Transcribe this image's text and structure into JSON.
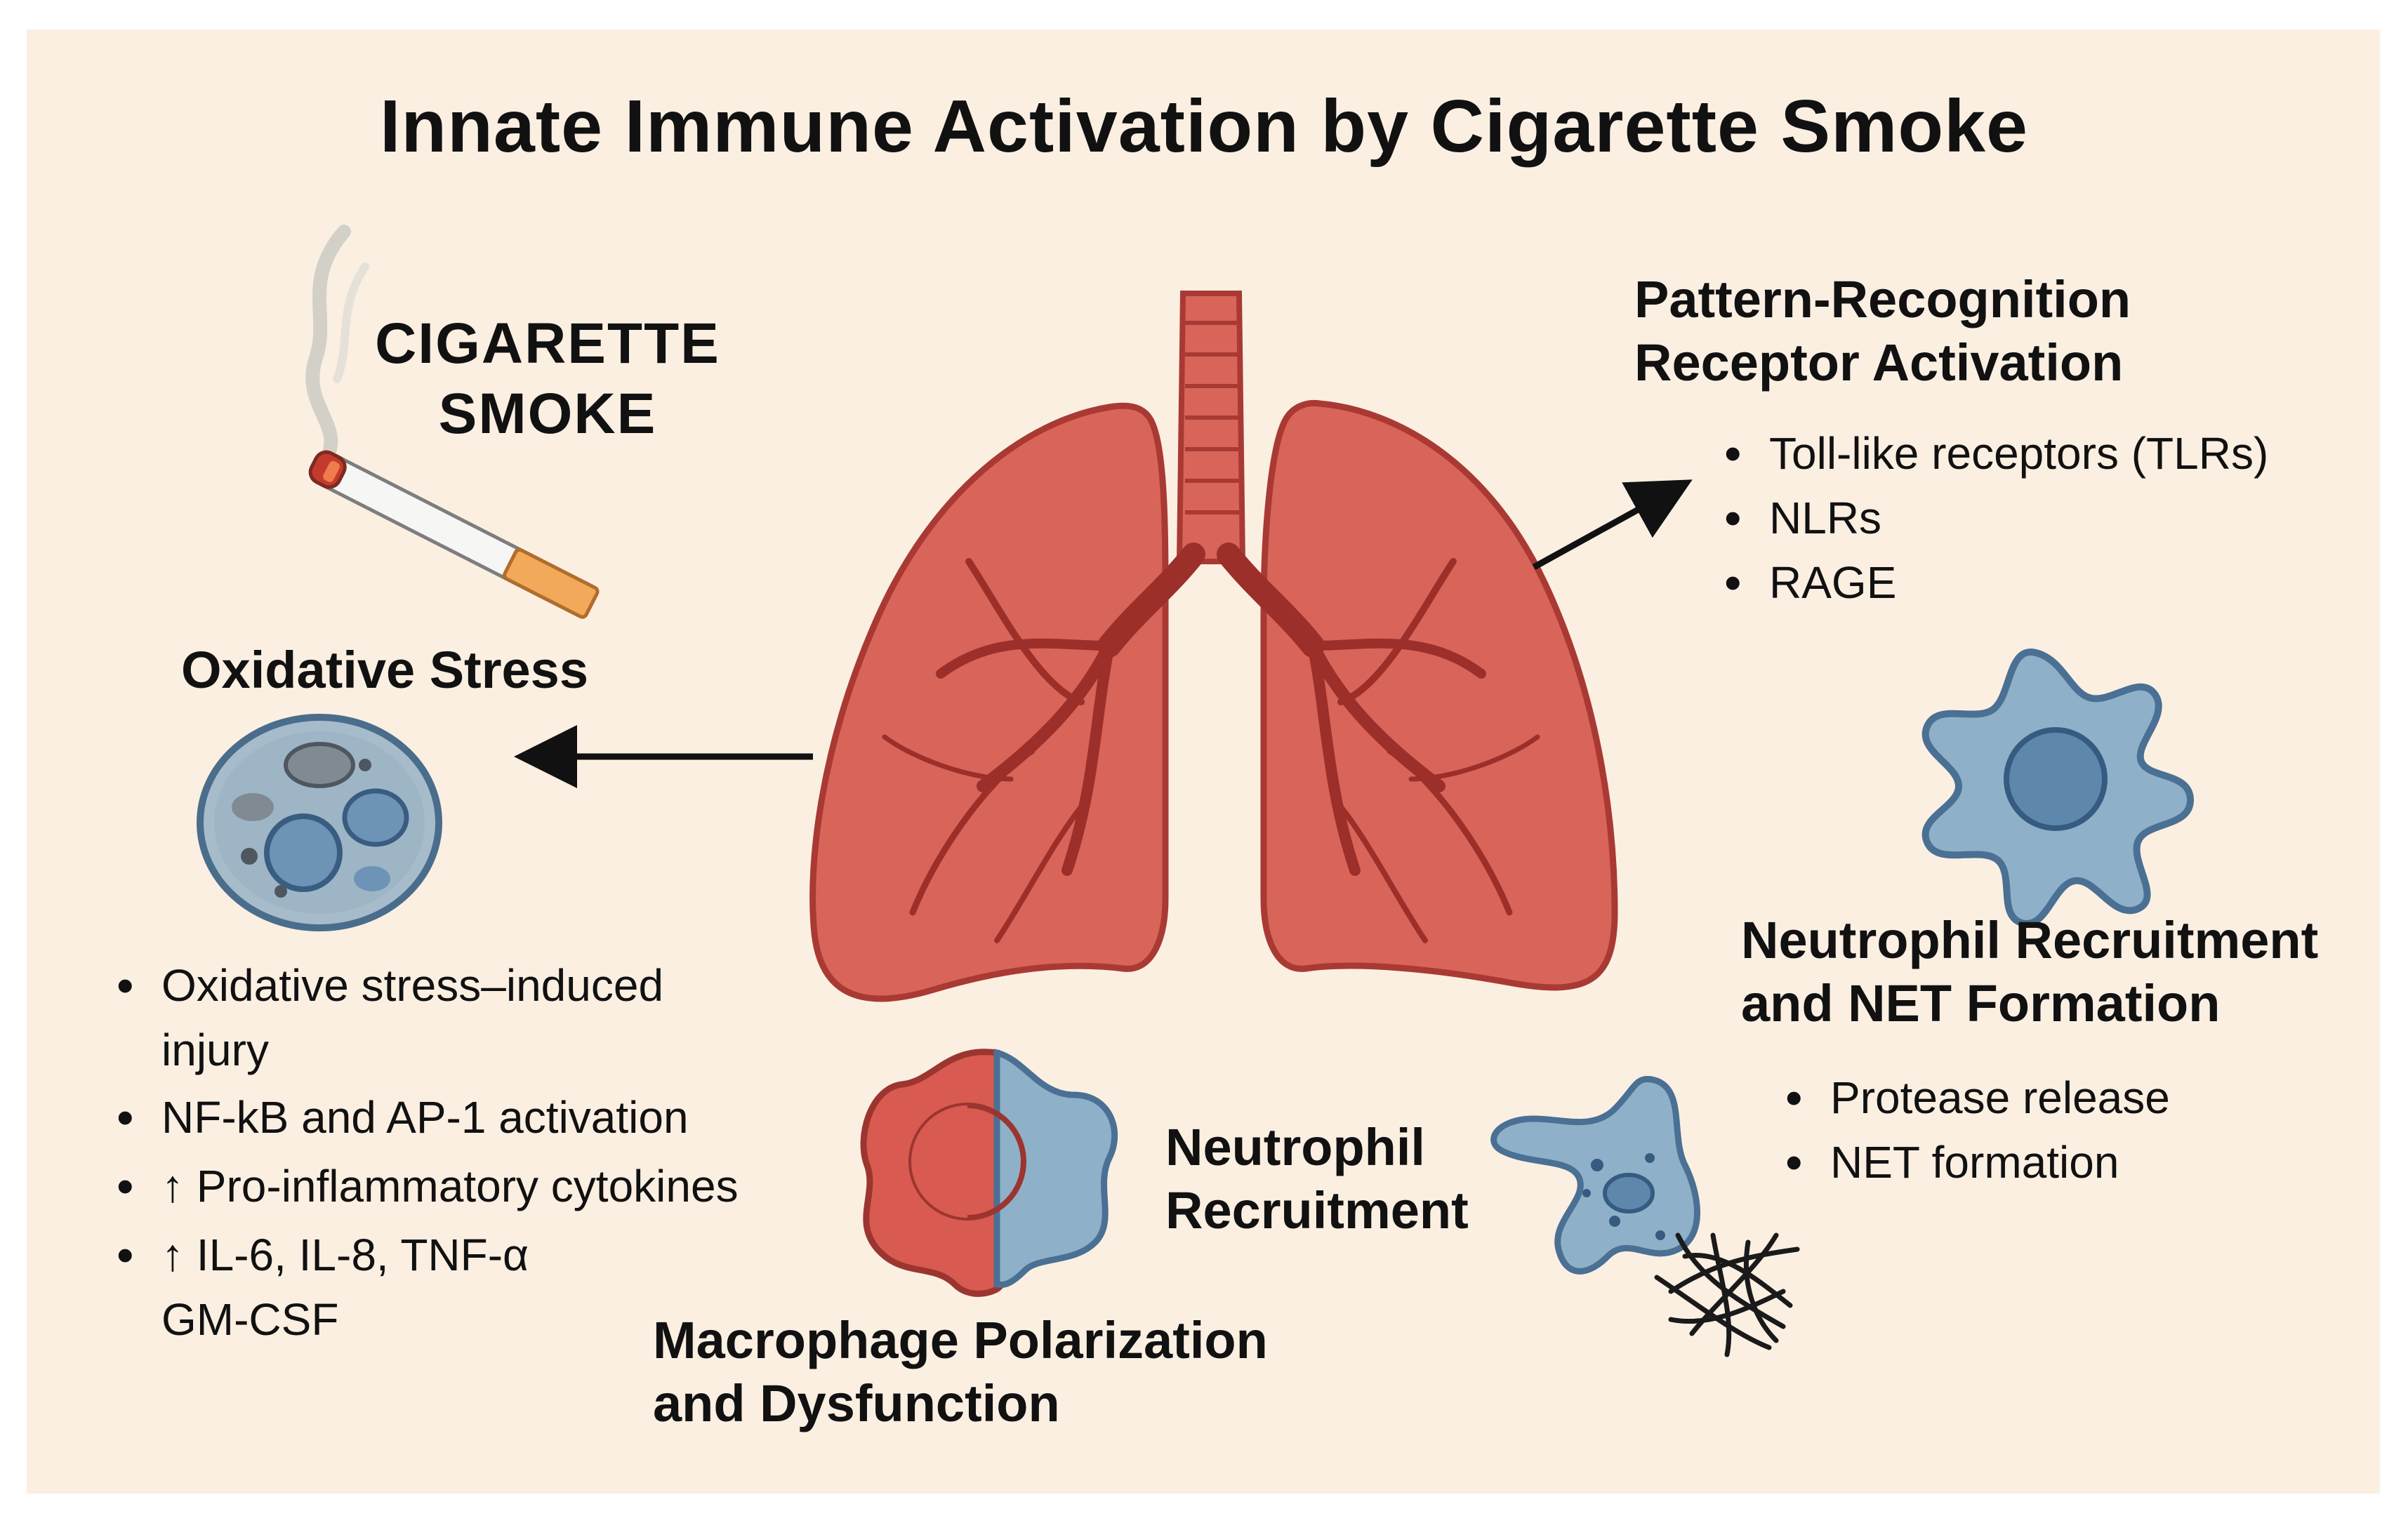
{
  "title": "Innate Immune Activation by Cigarette Smoke",
  "smoke": {
    "line1": "CIGARETTE",
    "line2": "SMOKE"
  },
  "oxidative": {
    "heading": "Oxidative Stress",
    "items": [
      {
        "line1": "Oxidative stress–induced",
        "line2": "injury"
      },
      {
        "line1": "NF-kB and AP-1 activation"
      },
      {
        "line1": "↑ Pro-inflammatory cytokines"
      },
      {
        "line1": "↑ IL-6, IL-8, TNF-α",
        "line2": "GM-CSF"
      }
    ]
  },
  "prr": {
    "heading_line1": "Pattern-Recognition",
    "heading_line2": "Receptor Activation",
    "items": [
      "Toll-like receptors (TLRs)",
      "NLRs",
      "RAGE"
    ]
  },
  "net": {
    "heading_line1": "Neutrophil Recruitment",
    "heading_line2": "and NET Formation",
    "items": [
      "Protease release",
      "NET formation"
    ]
  },
  "neutrophil": {
    "line1": "Neutrophil",
    "line2": "Recruitment"
  },
  "macrophage": {
    "line1": "Macrophage Polarization",
    "line2": "and Dysfunction"
  },
  "colors": {
    "background": "#fbefe2",
    "lung_fill": "#d9645a",
    "lung_stroke": "#a93a33",
    "airway": "#9c2f2a",
    "cell_blue": "#8fb0c9",
    "cell_blue_dark": "#4a7093",
    "cell_red": "#d85a50"
  },
  "icons": [
    "cigarette-icon",
    "smoke-wisp-icon",
    "lungs-icon",
    "oxidized-cell-icon",
    "pattern-receptor-cell-icon",
    "macrophage-icon",
    "neutrophil-icon",
    "net-fibers-icon",
    "arrow-left-icon",
    "arrow-upright-icon"
  ]
}
